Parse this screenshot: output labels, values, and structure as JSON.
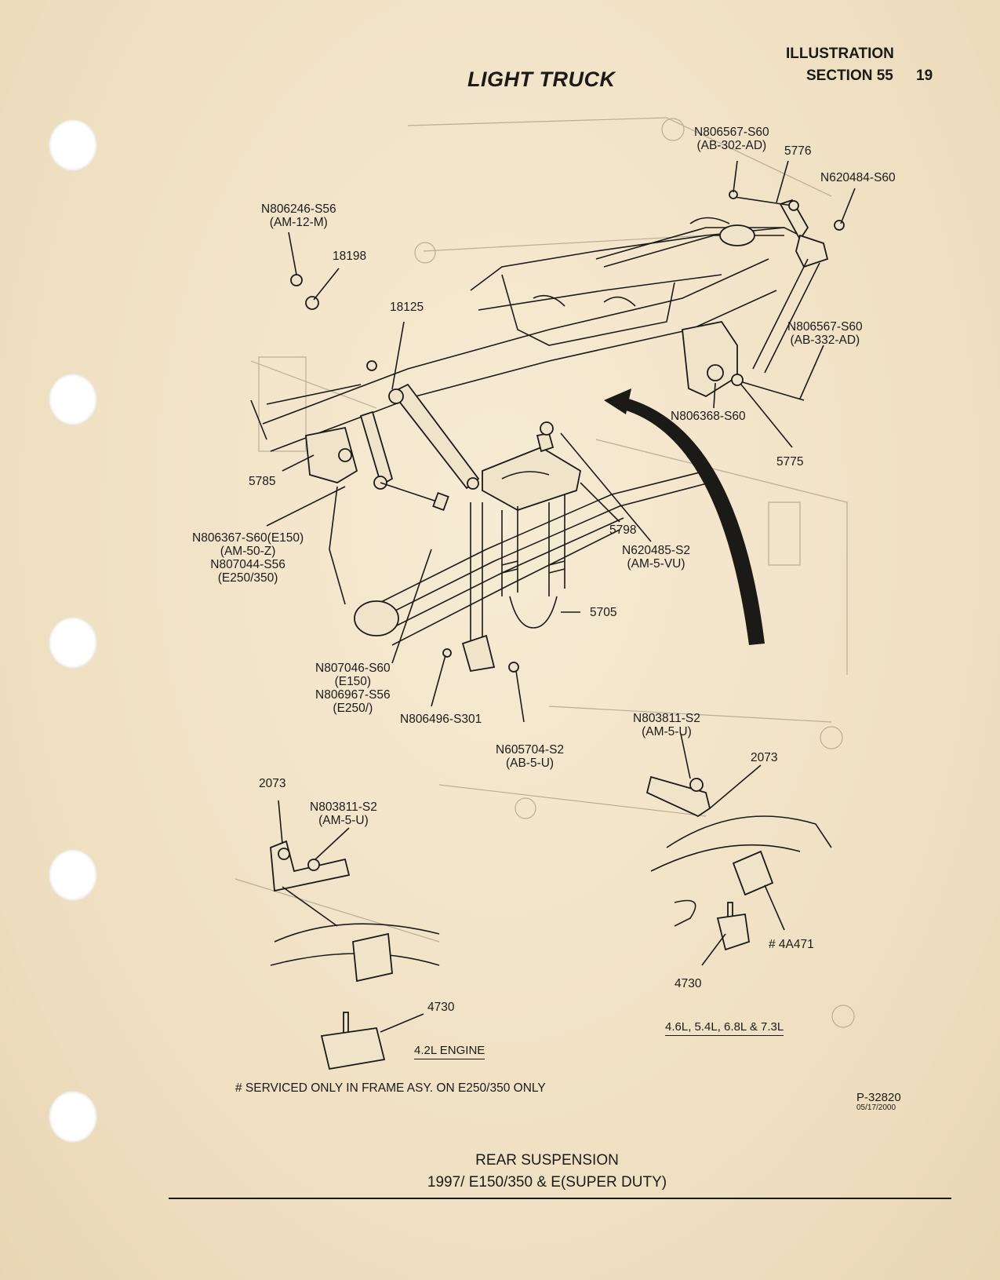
{
  "header": {
    "title": "LIGHT TRUCK",
    "illustration_label": "ILLUSTRATION",
    "section_label": "SECTION 55",
    "page_number": "19"
  },
  "callouts": {
    "bolt_top_right": [
      "N806567-S60",
      "(AB-302-AD)"
    ],
    "bracket_5776": "5776",
    "nut_top_right": "N620484-S60",
    "nut_top_left": [
      "N806246-S56",
      "(AM-12-M)"
    ],
    "bushing_18198": "18198",
    "shock_mount_18125": "18125",
    "bolt_right_hanger": [
      "N806567-S60",
      "(AB-332-AD)"
    ],
    "nut_right_hanger": "N806368-S60",
    "shackle_5775": "5775",
    "hanger_5785": "5785",
    "bolt_front_hanger": [
      "N806367-S60(E150)",
      "(AM-50-Z)",
      "N807044-S56",
      "(E250/350)"
    ],
    "spring_plate_5798": "5798",
    "ubolt_nut": [
      "N620485-S2",
      "(AM-5-VU)"
    ],
    "ubolt_5705": "5705",
    "eye_bolt": [
      "N807046-S60",
      "(E150)",
      "N806967-S56",
      "(E250/)"
    ],
    "nut_bottom_center": "N806496-S301",
    "bolt_bottom_center": [
      "N605704-S2",
      "(AB-5-U)"
    ],
    "nut_right_detail": [
      "N803811-S2",
      "(AM-5-U)"
    ],
    "bracket_right_detail": "2073",
    "bracket_left_detail": "2073",
    "nut_left_detail": [
      "N803811-S2",
      "(AM-5-U)"
    ],
    "bumper_right_detail": "4730",
    "part_4a471": "# 4A471",
    "bumper_left_detail": "4730"
  },
  "detail_labels": {
    "left": "4.2L ENGINE",
    "right": "4.6L, 5.4L, 6.8L & 7.3L"
  },
  "footnote": "# SERVICED ONLY IN FRAME ASY. ON E250/350 ONLY",
  "illustration_number": "P-32820",
  "illustration_date": "05/17/2000",
  "caption": {
    "line1": "REAR SUSPENSION",
    "line2": "1997/ E150/350 & E(SUPER DUTY)"
  }
}
